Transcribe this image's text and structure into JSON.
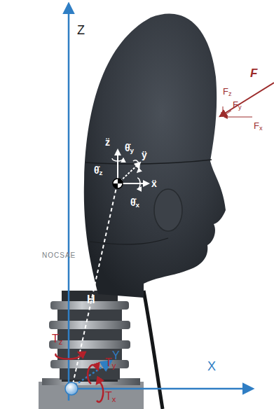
{
  "diagram": {
    "labels": [
      "Z",
      "X",
      "Y",
      "H",
      "Tz",
      "Ty",
      "Tx",
      "F",
      "Fz",
      "Fy",
      "Fx",
      "z̈",
      "ÿ",
      "ẍ",
      "θ̇y",
      "θ̇z",
      "θ̇x",
      "NOCSAE"
    ]
  }
}
